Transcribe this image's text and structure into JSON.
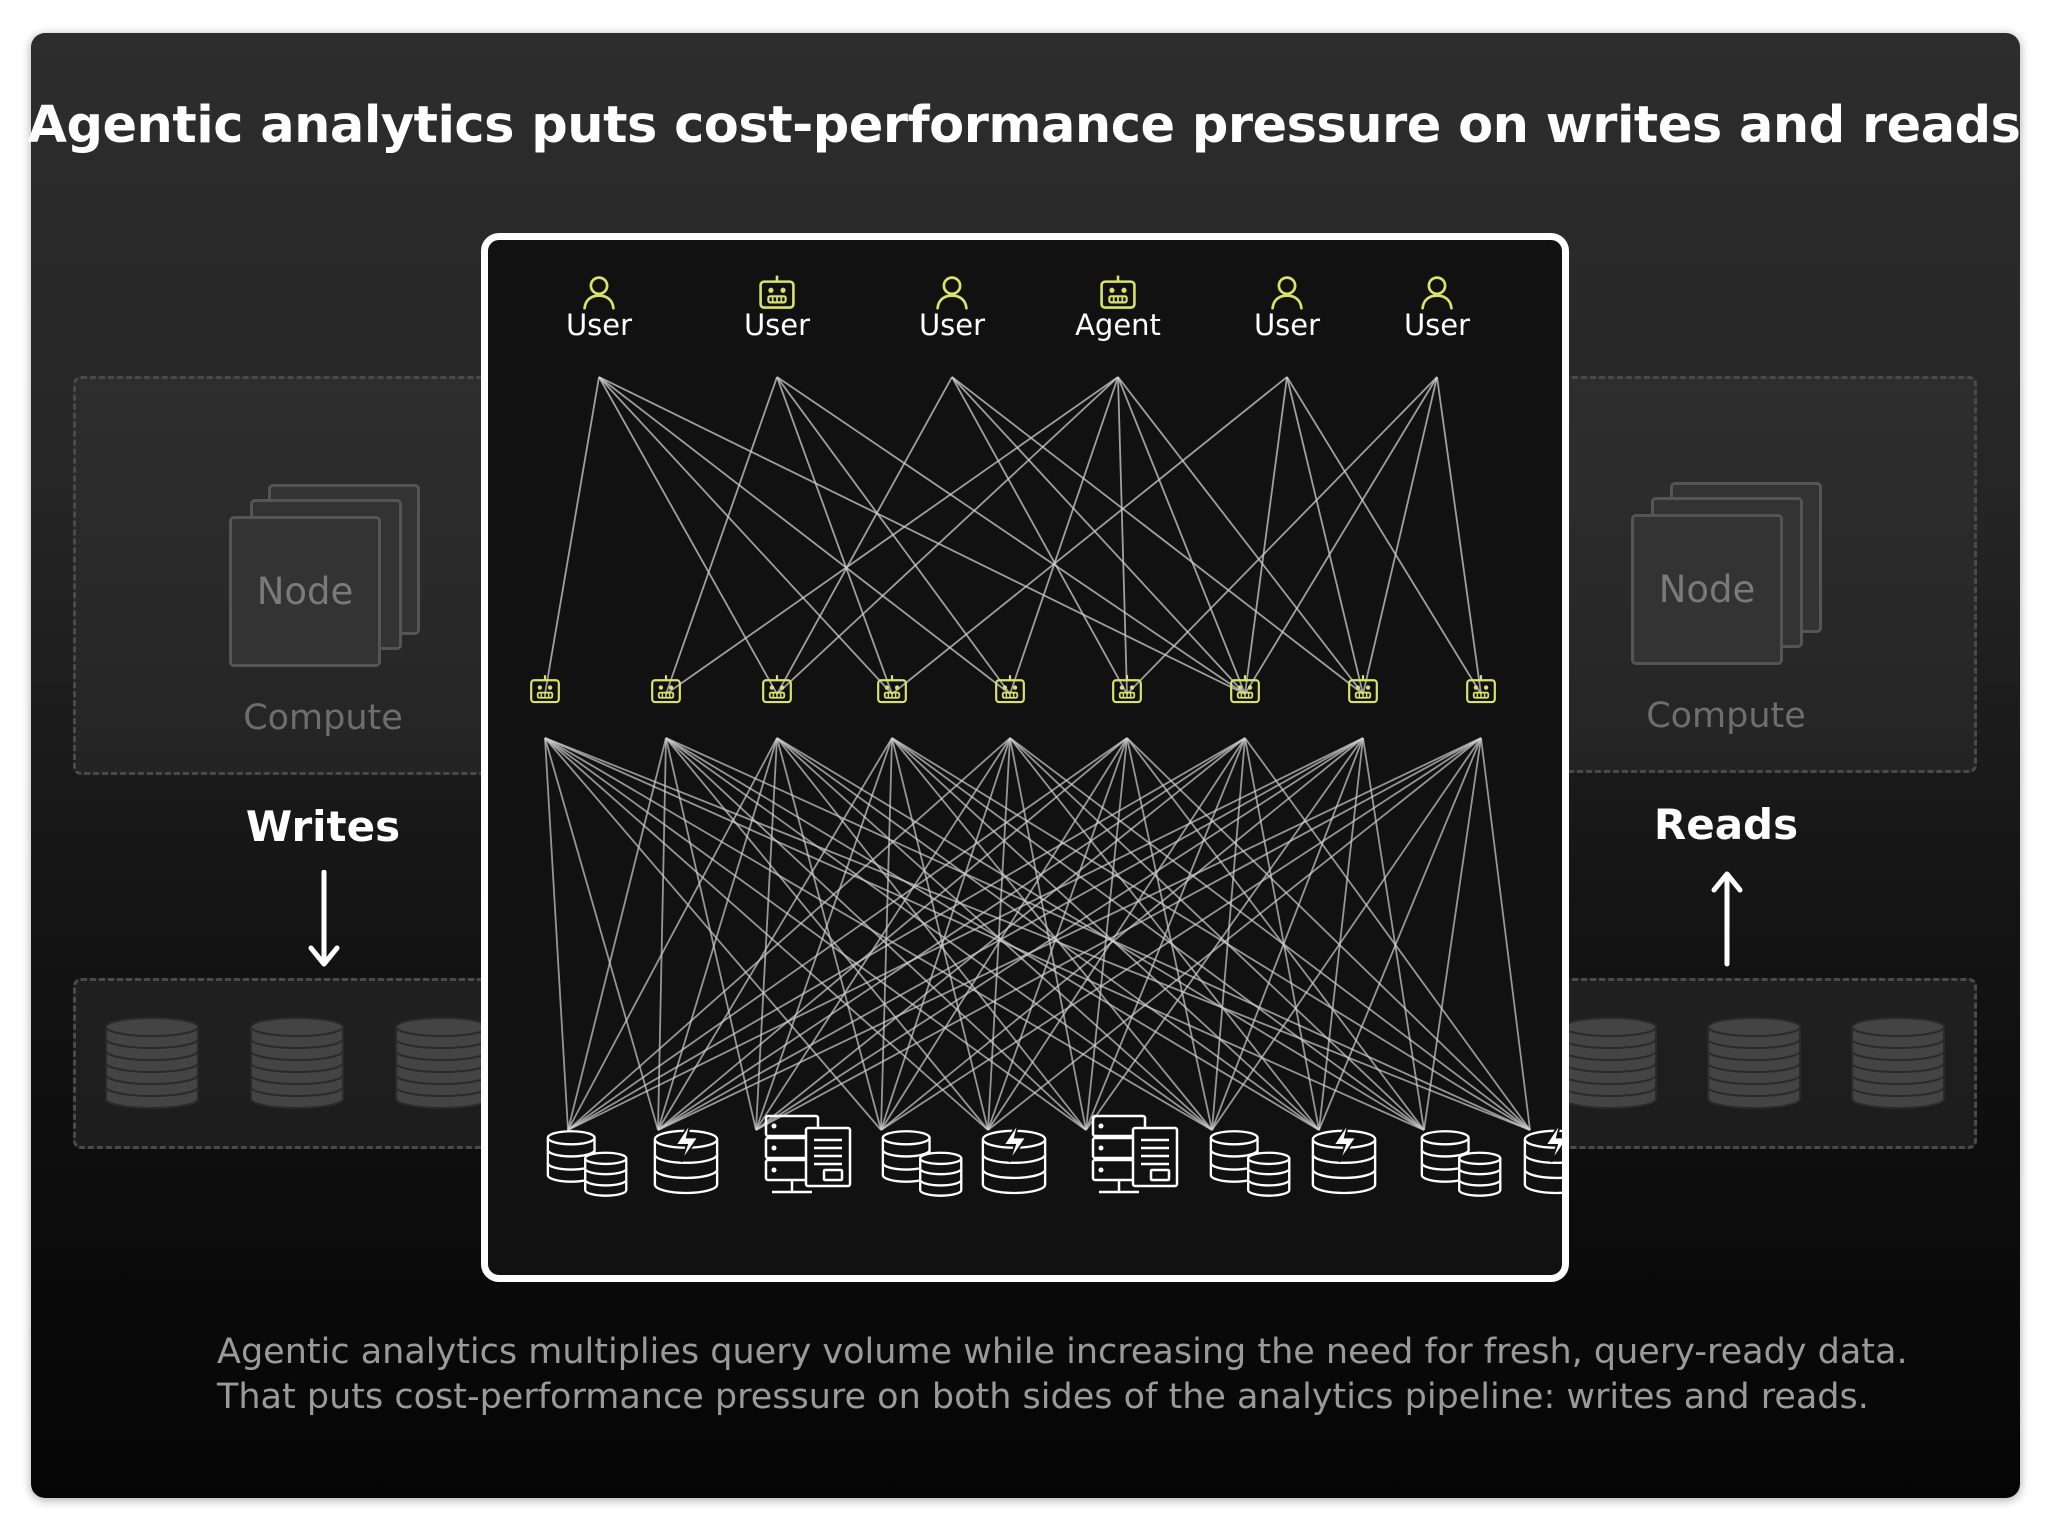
{
  "title": "Agentic analytics puts cost-performance pressure on writes and reads",
  "colors": {
    "accent": "#d9e36a",
    "panel_border": "#ffffff",
    "line": "#cfcfcf"
  },
  "writes_side": {
    "node_label": "Node",
    "compute_label": "Compute",
    "heading": "Writes",
    "arrow": "down-arrow-icon"
  },
  "reads_side": {
    "node_label": "Node",
    "compute_label": "Compute",
    "heading": "Reads",
    "arrow": "up-arrow-icon"
  },
  "actors": [
    {
      "label": "User",
      "icon": "user-icon"
    },
    {
      "label": "User",
      "icon": "robot-icon"
    },
    {
      "label": "User",
      "icon": "user-icon"
    },
    {
      "label": "Agent",
      "icon": "robot-icon"
    },
    {
      "label": "User",
      "icon": "user-icon"
    },
    {
      "label": "User",
      "icon": "user-icon"
    }
  ],
  "middle_agents": {
    "count": 9,
    "icon": "robot-icon"
  },
  "data_sources": [
    {
      "icon": "database-cluster-icon"
    },
    {
      "icon": "fast-database-icon"
    },
    {
      "icon": "server-document-icon"
    },
    {
      "icon": "database-cluster-icon"
    },
    {
      "icon": "fast-database-icon"
    },
    {
      "icon": "server-document-icon"
    },
    {
      "icon": "database-cluster-icon"
    },
    {
      "icon": "fast-database-icon"
    },
    {
      "icon": "database-cluster-icon"
    },
    {
      "icon": "fast-database-icon"
    }
  ],
  "caption": {
    "line1": "Agentic analytics multiplies query volume while increasing the need for fresh, query-ready data.",
    "line2": "That puts cost-performance pressure on both sides of the analytics pipeline: writes and reads."
  }
}
